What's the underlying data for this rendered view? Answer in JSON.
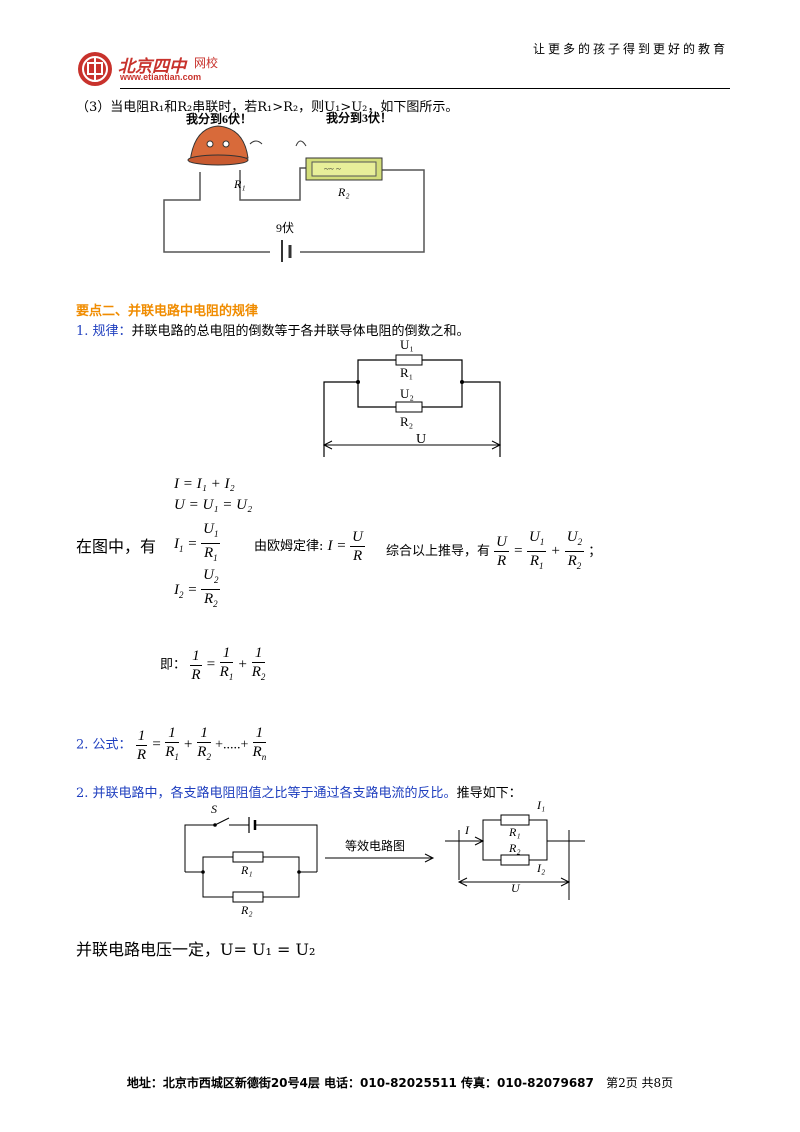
{
  "header": {
    "logo_cn": "北京四中",
    "logo_suffix": "网校",
    "logo_url": "www.etiantian.com",
    "slogan": "让更多的孩子得到更好的教育"
  },
  "section3": {
    "line": "（3）当电阻R₁和R₂串联时，若R₁>R₂，则U₁>U₂，如下图所示。",
    "bubble1": "我分到6伏！",
    "bubble2": "我分到3伏！",
    "r1": "R₁",
    "r2": "R₂",
    "voltage": "9伏"
  },
  "point2": {
    "title": "要点二、并联电路中电阻的规律",
    "rule_prefix": "1. 规律：",
    "rule_text": "并联电路的总电阻的倒数等于各并联导体电阻的倒数之和。",
    "diagram": {
      "u1": "U₁",
      "r1": "R₁",
      "u2": "U₂",
      "r2": "R₂",
      "u": "U"
    },
    "in_figure": "在图中，有",
    "eq1": "I = I₁ + I₂",
    "eq2": "U = U₁ = U₂",
    "ohm_prefix": "由欧姆定律:",
    "combined_prefix": "综合以上推导，有",
    "semicolon": "；",
    "ji": "即：",
    "formula_prefix": "2. 公式：",
    "formula_dots": "+.....+",
    "rule2_prefix": "2. ",
    "rule2_text": "并联电路中，各支路电阻阻值之比等于通过各支路电流的反比。",
    "rule2_suffix": "推导如下：",
    "diag2": {
      "s": "S",
      "r1": "R₁",
      "r2": "R₂",
      "arrow_label": "等效电路图",
      "i": "I",
      "i1": "I₁",
      "i2": "I₂",
      "u": "U"
    },
    "last_line": "并联电路电压一定，U= U₁ = U₂"
  },
  "footer": {
    "address": "地址：北京市西城区新德街20号4层  电话：010-82025511  传真：010-82079687",
    "page": "第2页  共8页"
  }
}
